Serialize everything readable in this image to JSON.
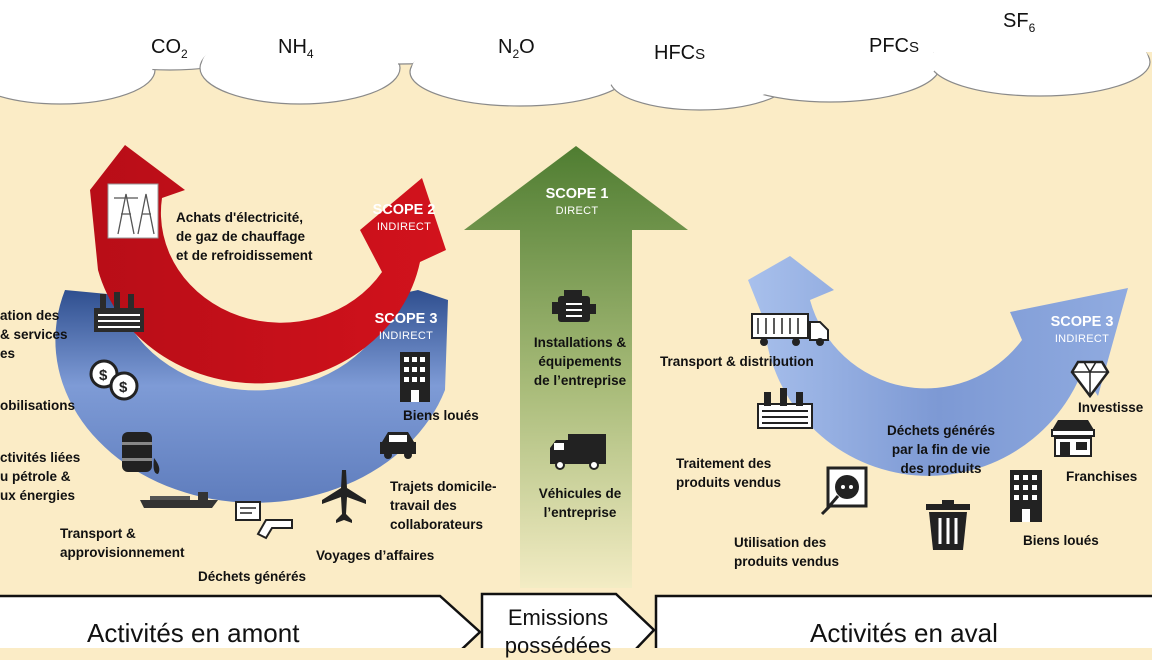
{
  "gases": {
    "co2": {
      "base": "CO",
      "sub": "2"
    },
    "nh4": {
      "base": "NH",
      "sub": "4"
    },
    "n2o": {
      "pre": "N",
      "sub": "2",
      "post": "O"
    },
    "hfcs": {
      "base": "HFC",
      "small": "S"
    },
    "pfcs": {
      "base": "PFC",
      "small": "S"
    },
    "sf6": {
      "base": "SF",
      "sub": "6"
    }
  },
  "scope1": {
    "title": "SCOPE 1",
    "subtitle": "DIRECT",
    "color": "#4a7a30"
  },
  "scope2": {
    "title": "SCOPE 2",
    "subtitle": "INDIRECT",
    "color": "#c8101a"
  },
  "scope3_upstream": {
    "title": "SCOPE 3",
    "subtitle": "INDIRECT",
    "color": "#6b88c4"
  },
  "scope3_downstream": {
    "title": "SCOPE 3",
    "subtitle": "INDIRECT"
  },
  "labels": {
    "electricity": [
      "Achats d'électricité,",
      "de gaz de chauffage",
      "et de refroidissement"
    ],
    "goods_services": [
      "ation des",
      "& services",
      "es"
    ],
    "immobilisations": "obilisations",
    "fuel_energy": [
      "ctivités liées",
      "u pétrole &",
      "ux énergies"
    ],
    "transport_up": [
      "Transport &",
      "approvisionnement"
    ],
    "waste_generated": "Déchets générés",
    "business_travel": "Voyages d’affaires",
    "commuting": [
      "Trajets domicile-",
      "travail des",
      "collaborateurs"
    ],
    "leased_up": "Biens loués",
    "installations": [
      "Installations &",
      "équipements",
      "de l’entreprise"
    ],
    "vehicles": [
      "Véhicules de",
      "l’entreprise"
    ],
    "transport_down": "Transport & distribution",
    "processing": [
      "Traitement des",
      "produits vendus"
    ],
    "use_products": [
      "Utilisation des",
      "produits vendus"
    ],
    "end_of_life": [
      "Déchets générés",
      "par la fin de vie",
      "des produits"
    ],
    "leased_down": "Biens loués",
    "franchises": "Franchises",
    "investments": "Investisse"
  },
  "footer": {
    "upstream": "Activités en amont",
    "owned": [
      "Emissions",
      "possédées"
    ],
    "downstream": "Activités en aval"
  },
  "icons": [
    "pylon-icon",
    "factory-icon",
    "coins-icon",
    "oil-barrel-icon",
    "ship-icon",
    "waste-icon",
    "airplane-icon",
    "car-icon",
    "building-icon",
    "engine-icon",
    "truck-icon",
    "semi-truck-icon",
    "industry-icon",
    "plug-icon",
    "trash-icon",
    "store-icon",
    "diamond-icon"
  ]
}
